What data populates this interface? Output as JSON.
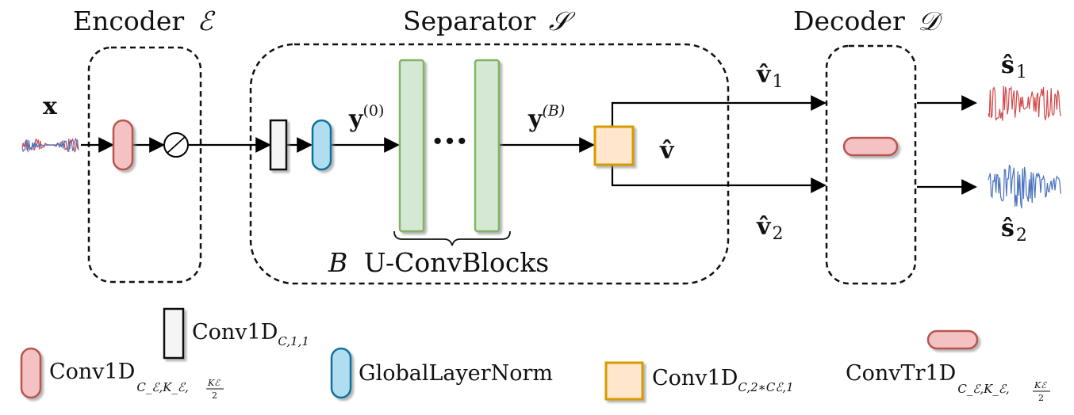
{
  "titles": {
    "encoder": "Encoder",
    "encoder_sym": "ℰ",
    "separator": "Separator",
    "separator_sym": "𝒮",
    "decoder": "Decoder",
    "decoder_sym": "𝒟"
  },
  "signals": {
    "x": "x",
    "y0": "y",
    "y0_sup": "(0)",
    "yB": "y",
    "yB_sup": "(B)",
    "v": "v̂",
    "v1": "v̂",
    "v1_sub": "1",
    "v2": "v̂",
    "v2_sub": "2",
    "s1": "ŝ",
    "s1_sub": "1",
    "s2": "ŝ",
    "s2_sub": "2",
    "ellipsis": "···"
  },
  "blocks_label": {
    "B": "B",
    "text": "U-ConvBlocks"
  },
  "legend": {
    "conv_small": "Conv1D",
    "conv_small_sub": "C,1,1",
    "conv_enc": "Conv1D",
    "conv_enc_sub": "C_ℰ,K_ℰ,",
    "conv_enc_frac_num": "Kℰ",
    "conv_enc_frac_den": "2",
    "gln": "GlobalLayerNorm",
    "conv_mask": "Conv1D",
    "conv_mask_sub": "C,2∗Cℰ,1",
    "convtr": "ConvTr1D",
    "convtr_sub": "C_ℰ,K_ℰ,",
    "convtr_frac_num": "Kℰ",
    "convtr_frac_den": "2"
  },
  "colors": {
    "red_fill": "#f4c2c2",
    "red_stroke": "#b85450",
    "blue_fill": "#b1ddf0",
    "blue_stroke": "#10739e",
    "green_fill": "#d5e8d4",
    "green_stroke": "#82b366",
    "orange_fill": "#ffe6cc",
    "orange_stroke": "#d79b00",
    "gray_fill": "#f5f5f5",
    "wave_red": "#d04a4a",
    "wave_blue": "#4a72c0"
  }
}
